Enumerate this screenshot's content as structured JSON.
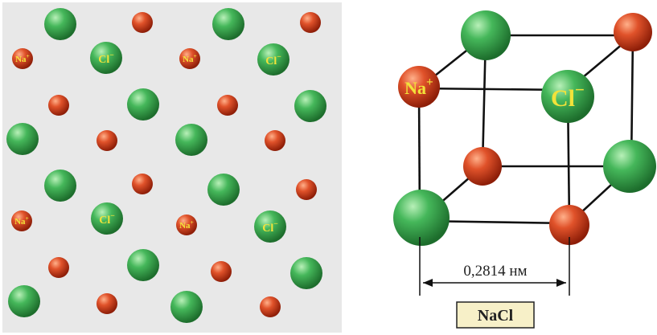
{
  "labels": {
    "na": "Na",
    "cl": "Cl",
    "cl_charge": "−",
    "na_charge": "+",
    "distance": "0,2814 нм",
    "formula": "NaCl"
  },
  "colors": {
    "panel_bg": "#e8e8e8",
    "na_ion": "#c8381a",
    "cl_ion": "#2e9a46",
    "label_yellow": "#f2e23a",
    "formula_box": "#f7f0c8"
  }
}
